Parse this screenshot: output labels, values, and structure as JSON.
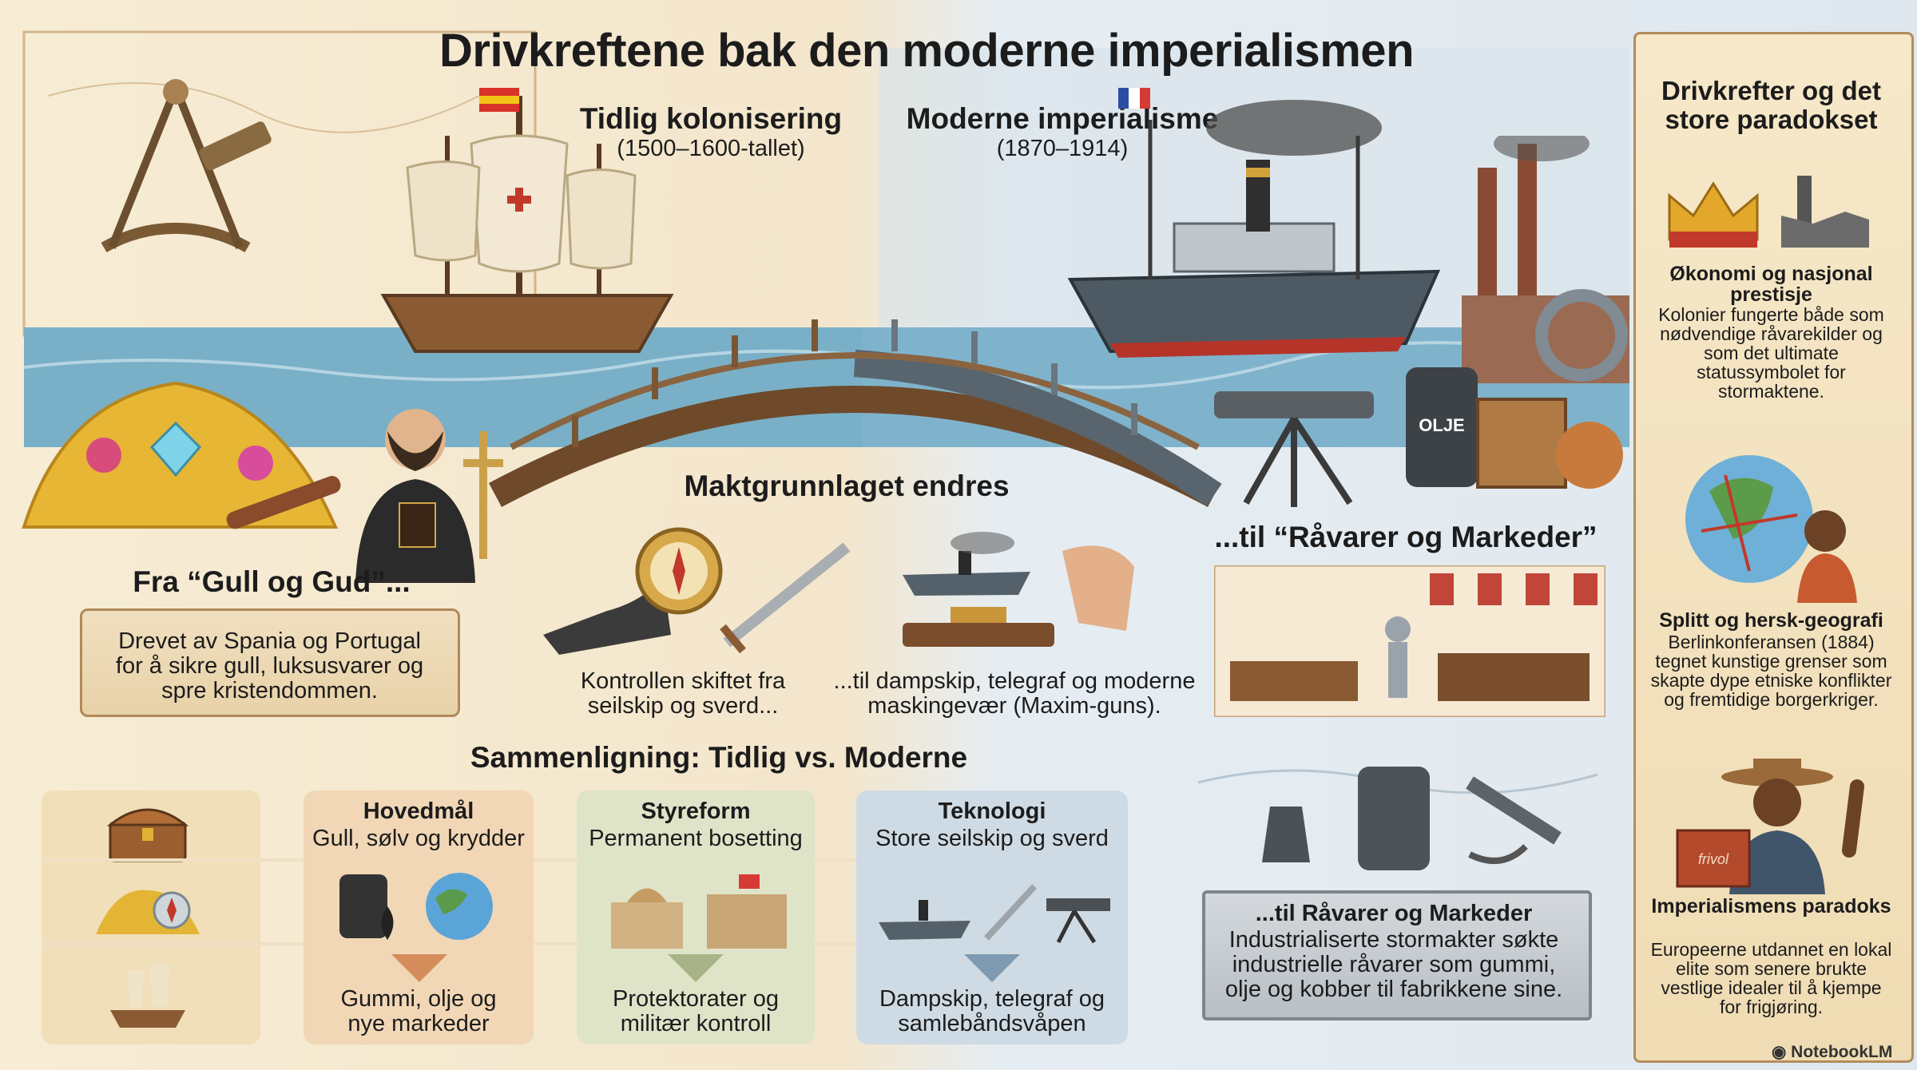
{
  "title": "Drivkreftene bak den moderne imperialismen",
  "early": {
    "title": "Tidlig kolonisering",
    "period": "(1500–1600-tallet)"
  },
  "modern": {
    "title": "Moderne imperialisme",
    "period": "(1870–1914)"
  },
  "bridge_title": "Maktgrunnlaget endres",
  "gold_god": {
    "heading": "Fra “Gull og Gud”...",
    "text": "Drevet av Spania og Portugal for å sikre gull, luksusvarer og spre kristendommen."
  },
  "control_early": "Kontrollen skiftet fra seilskip og sverd...",
  "control_modern": "...til dampskip, telegraf og moderne maskingevær (Maxim-guns).",
  "raw_heading": "...til “Råvarer og Markeder”",
  "raw_box": {
    "title": "...til Råvarer og Markeder",
    "text": "Industrialiserte stormakter søkte industrielle råvarer som gummi, olje og kobber til fabrikkene sine."
  },
  "compare": {
    "title": "Sammenligning: Tidlig vs. Moderne",
    "columns": [
      {
        "header": "Hovedmål",
        "early": "Gull, sølv og krydder",
        "modern": "Gummi, olje og nye markeder",
        "color": "#f1d7b6"
      },
      {
        "header": "Styreform",
        "early": "Permanent bosetting",
        "modern": "Protektorater og militær kontroll",
        "color": "#dfe4c9"
      },
      {
        "header": "Teknologi",
        "early": "Store seilskip og sverd",
        "modern": "Dampskip, telegraf og samlebåndsvåpen",
        "color": "#cfdbe4"
      }
    ]
  },
  "sidebar": {
    "title": "Drivkrefter og det store paradokset",
    "sections": [
      {
        "heading": "Økonomi og nasjonal prestisje",
        "text": "Kolonier fungerte både som nødvendige råvarekilder og som det ultimate statussymbolet for stormaktene."
      },
      {
        "heading": "Splitt og hersk-geografi",
        "text": "Berlinkonferansen (1884) tegnet kunstige grenser som skapte dype etniske konflikter og fremtidige borgerkriger."
      },
      {
        "heading": "Imperialismens paradoks",
        "text": "Europeerne utdannet en lokal elite som senere brukte vestlige idealer til å kjempe for frigjøring."
      }
    ]
  },
  "barrel_label": "OLJE",
  "book_label": "frivol",
  "brand": "NotebookLM",
  "colors": {
    "sea": "#6fa9c4",
    "parchment": "#f0dfbf",
    "steel": "#5b6770",
    "wood": "#8a5a33"
  }
}
